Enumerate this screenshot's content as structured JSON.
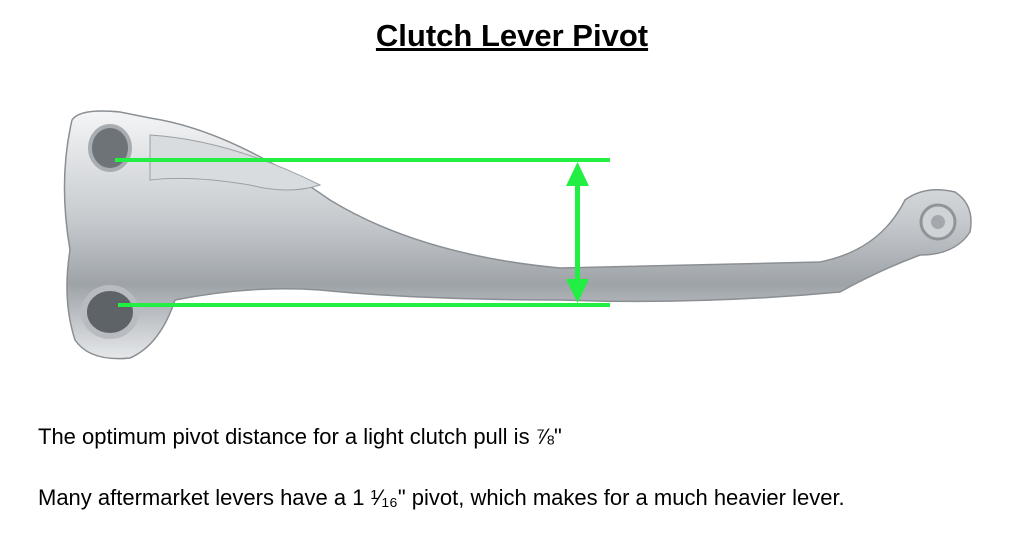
{
  "title": "Clutch Lever Pivot",
  "captions": [
    "The optimum pivot distance for a light clutch pull is ⅞\"",
    "Many aftermarket levers have a 1 ¹⁄₁₆\" pivot, which makes for a much heavier lever."
  ],
  "colors": {
    "measure_line": "#22ee44",
    "lever": "#c8ccd0"
  }
}
